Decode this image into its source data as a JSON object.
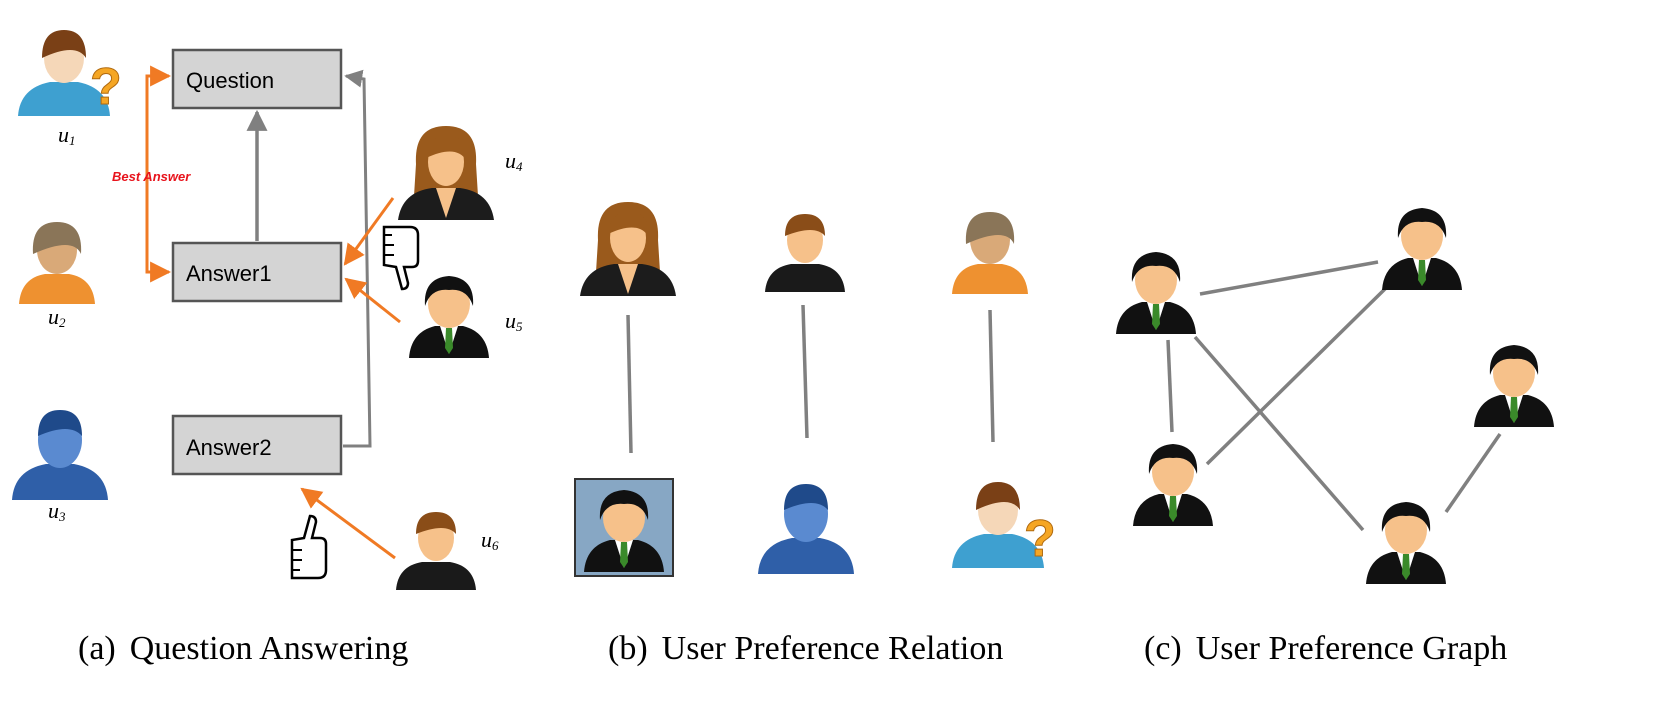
{
  "panel_a": {
    "boxes": {
      "question": "Question",
      "answer1": "Answer1",
      "answer2": "Answer2"
    },
    "best_answer_label": "Best Answer",
    "users": [
      {
        "id": "u1",
        "letter": "u",
        "sub": "1"
      },
      {
        "id": "u2",
        "letter": "u",
        "sub": "2"
      },
      {
        "id": "u3",
        "letter": "u",
        "sub": "3"
      },
      {
        "id": "u4",
        "letter": "u",
        "sub": "4"
      },
      {
        "id": "u5",
        "letter": "u",
        "sub": "5"
      },
      {
        "id": "u6",
        "letter": "u",
        "sub": "6"
      }
    ]
  },
  "captions": {
    "a": {
      "tag": "(a)",
      "text": "Question Answering"
    },
    "b": {
      "tag": "(b)",
      "text": "User Preference Relation"
    },
    "c": {
      "tag": "(c)",
      "text": "User Preference Graph"
    }
  },
  "colors": {
    "orange_arrow": "#f07a24",
    "gray_line": "#808080",
    "box_fill": "#d4d4d4",
    "best_answer": "#e8131c"
  }
}
